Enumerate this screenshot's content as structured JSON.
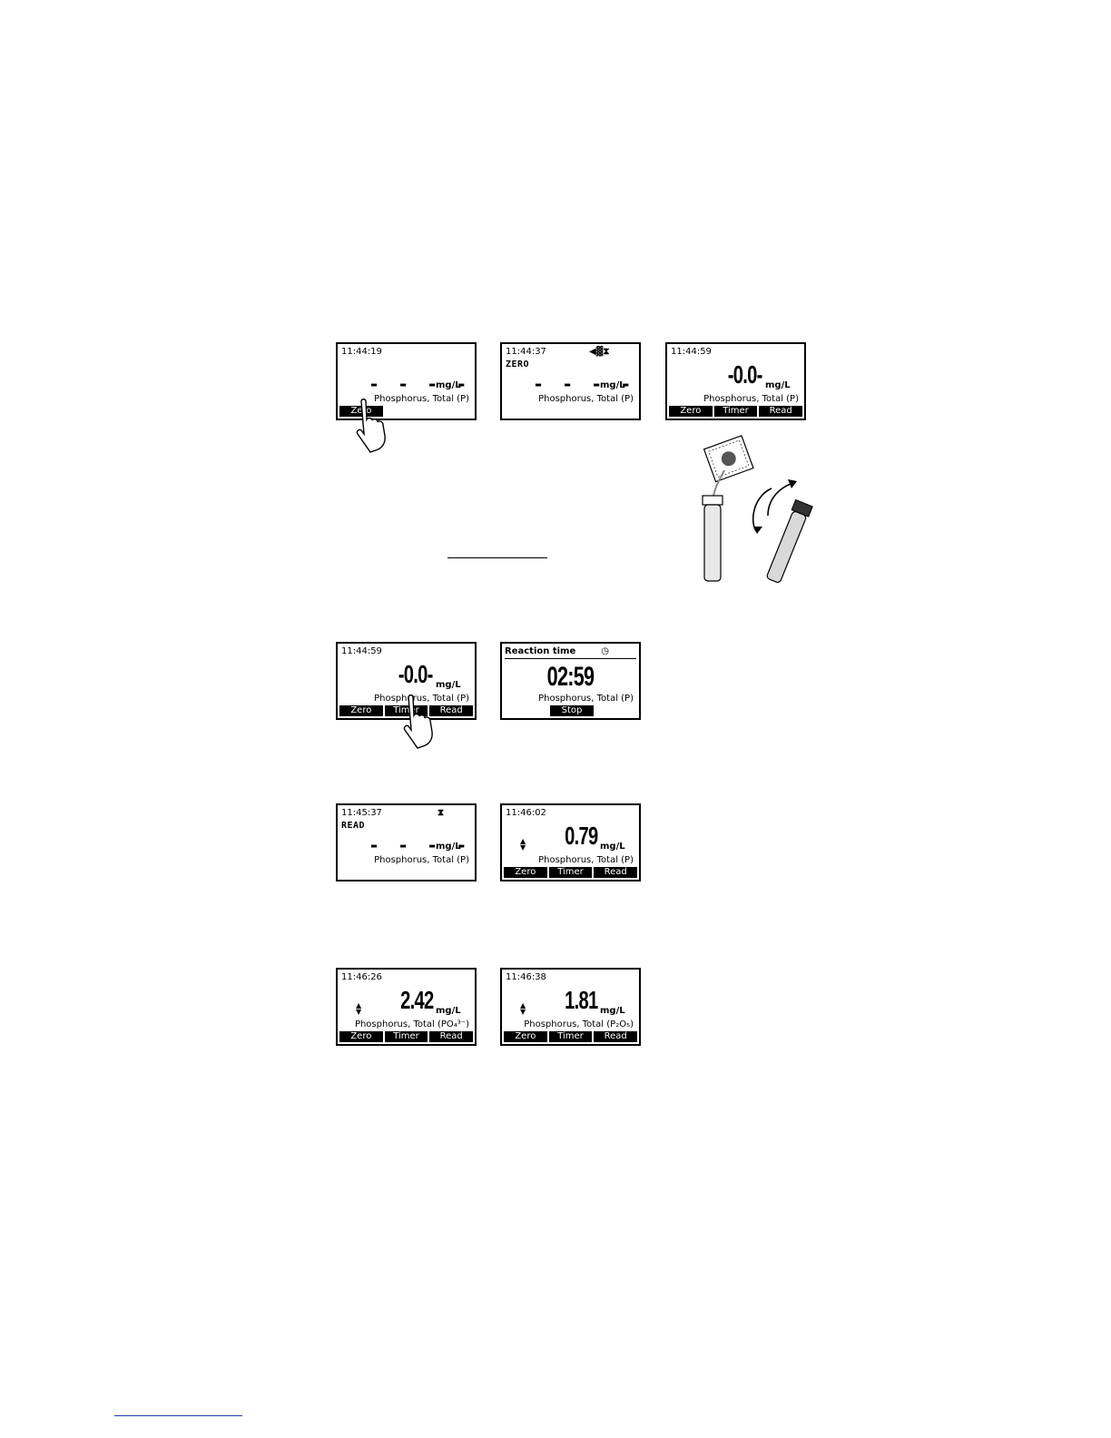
{
  "unit": "mg/L",
  "screens": [
    {
      "time": "11:44:19",
      "status": "",
      "icons": "",
      "value": "- - - -",
      "param": "Phosphorus, Total (P)",
      "keys": [
        "Zero"
      ]
    },
    {
      "time": "11:44:37",
      "status": "ZERO",
      "icons": "◀▓⧗",
      "value": "- - - -",
      "param": "Phosphorus, Total (P)",
      "keys": []
    },
    {
      "time": "11:44:59",
      "status": "",
      "icons": "",
      "value": "-0.0-",
      "param": "Phosphorus, Total (P)",
      "keys": [
        "Zero",
        "Timer",
        "Read"
      ]
    },
    {
      "time": "11:44:59",
      "status": "",
      "icons": "",
      "value": "-0.0-",
      "param": "Phosphorus, Total (P)",
      "keys": [
        "Zero",
        "Timer",
        "Read"
      ]
    },
    {
      "time": "11:45:37",
      "status": "READ",
      "icons": "⧗",
      "value": "- - - -",
      "param": "Phosphorus, Total (P)",
      "keys": []
    },
    {
      "time": "11:46:02",
      "status": "",
      "icons": "",
      "value": "0.79",
      "param": "Phosphorus, Total (P)",
      "keys": [
        "Zero",
        "Timer",
        "Read"
      ]
    },
    {
      "time": "11:46:26",
      "status": "",
      "icons": "",
      "value": "2.42",
      "param": "Phosphorus, Total (PO₄³⁻)",
      "keys": [
        "Zero",
        "Timer",
        "Read"
      ]
    },
    {
      "time": "11:46:38",
      "status": "",
      "icons": "",
      "value": "1.81",
      "param": "Phosphorus, Total (P₂O₅)",
      "keys": [
        "Zero",
        "Timer",
        "Read"
      ]
    }
  ],
  "timer_screen": {
    "title": "Reaction time",
    "value": "02:59",
    "param": "Phosphorus, Total (P)",
    "stop_label": "Stop"
  },
  "arrows_glyph": "▲▼"
}
